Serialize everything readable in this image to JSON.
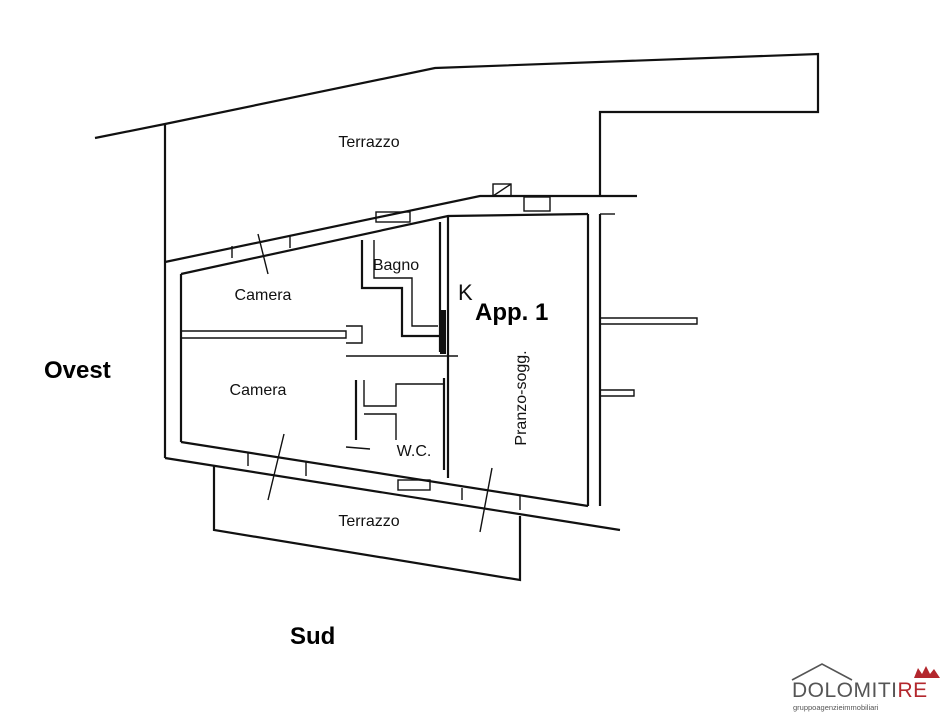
{
  "plan": {
    "rooms": {
      "terrazzo_north": "Terrazzo",
      "terrazzo_south": "Terrazzo",
      "camera_upper": "Camera",
      "camera_lower": "Camera",
      "bagno": "Bagno",
      "wc": "W.C.",
      "pranzo": "Pranzo-sogg.",
      "kitchen_mark": "K"
    },
    "apartment": "App. 1",
    "orientation": {
      "west": "Ovest",
      "south": "Sud"
    }
  },
  "logo": {
    "brand_main": "DOLOMITI",
    "brand_accent": "RE",
    "tagline": "gruppoagenzieimmobiliari",
    "accent_color": "#b3272d"
  }
}
